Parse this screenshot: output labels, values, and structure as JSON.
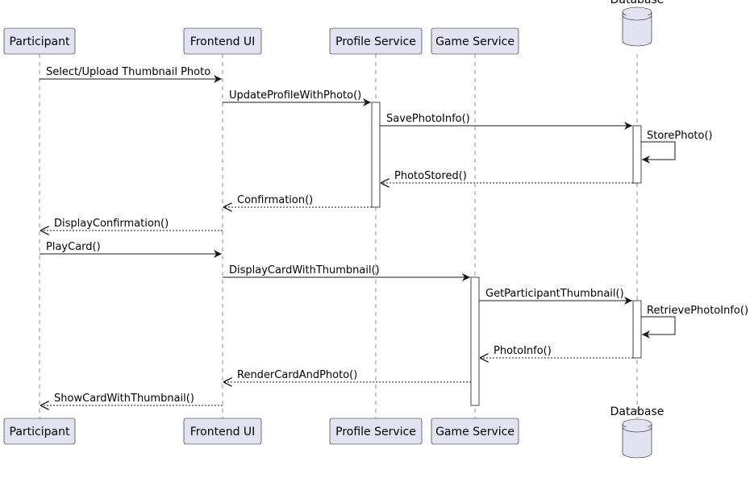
{
  "participants": [
    {
      "id": "participant",
      "label": "Participant",
      "kind": "box"
    },
    {
      "id": "frontend",
      "label": "Frontend UI",
      "kind": "box"
    },
    {
      "id": "profile",
      "label": "Profile Service",
      "kind": "box"
    },
    {
      "id": "game",
      "label": "Game Service",
      "kind": "box"
    },
    {
      "id": "database",
      "label": "Database",
      "kind": "database"
    }
  ],
  "messages": [
    {
      "from": "participant",
      "to": "frontend",
      "label": "Select/Upload Thumbnail Photo",
      "style": "solid"
    },
    {
      "from": "frontend",
      "to": "profile",
      "label": "UpdateProfileWithPhoto()",
      "style": "solid"
    },
    {
      "from": "profile",
      "to": "database",
      "label": "SavePhotoInfo()",
      "style": "solid"
    },
    {
      "from": "database",
      "to": "database",
      "label": "StorePhoto()",
      "style": "solid"
    },
    {
      "from": "database",
      "to": "profile",
      "label": "PhotoStored()",
      "style": "dashed"
    },
    {
      "from": "profile",
      "to": "frontend",
      "label": "Confirmation()",
      "style": "dashed"
    },
    {
      "from": "frontend",
      "to": "participant",
      "label": "DisplayConfirmation()",
      "style": "dashed"
    },
    {
      "from": "participant",
      "to": "frontend",
      "label": "PlayCard()",
      "style": "solid"
    },
    {
      "from": "frontend",
      "to": "game",
      "label": "DisplayCardWithThumbnail()",
      "style": "solid"
    },
    {
      "from": "game",
      "to": "database",
      "label": "GetParticipantThumbnail()",
      "style": "solid"
    },
    {
      "from": "database",
      "to": "database",
      "label": "RetrievePhotoInfo()",
      "style": "solid"
    },
    {
      "from": "database",
      "to": "game",
      "label": "PhotoInfo()",
      "style": "dashed"
    },
    {
      "from": "game",
      "to": "frontend",
      "label": "RenderCardAndPhoto()",
      "style": "dashed"
    },
    {
      "from": "frontend",
      "to": "participant",
      "label": "ShowCardWithThumbnail()",
      "style": "dashed"
    }
  ],
  "activations": [
    {
      "participant": "profile",
      "from_message": 1,
      "to_message": 5
    },
    {
      "participant": "database",
      "from_message": 2,
      "to_message": 4
    },
    {
      "participant": "game",
      "from_message": 8,
      "to_message": "end"
    },
    {
      "participant": "database",
      "from_message": 9,
      "to_message": 11
    }
  ],
  "colors": {
    "participant_fill": "#e2e2f0",
    "stroke": "#181818",
    "background": "#ffffff"
  }
}
